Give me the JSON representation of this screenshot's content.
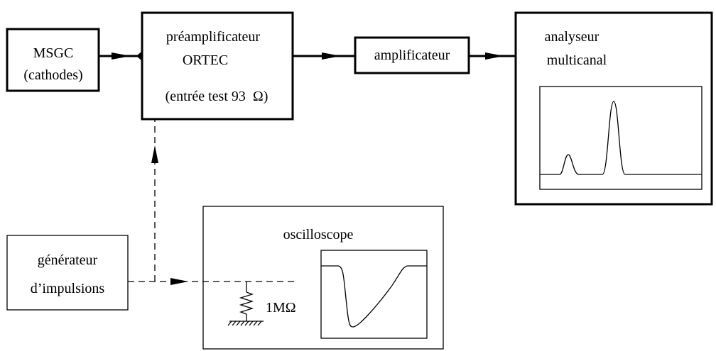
{
  "blocks": {
    "msgc": {
      "line1": "MSGC",
      "line2": "(cathodes)"
    },
    "preamp": {
      "line1": "préamplificateur",
      "line2": "ORTEC",
      "line3": "(entrée test 93  Ω)"
    },
    "amplifier": {
      "label": "amplificateur"
    },
    "analyzer": {
      "line1": "analyseur",
      "line2": "multicanal"
    },
    "generator": {
      "line1": "générateur",
      "line2": "d’impulsions"
    },
    "oscilloscope": {
      "label": "oscilloscope"
    }
  },
  "resistor": {
    "label": "1MΩ"
  },
  "icons": {
    "analyzer_screen": "spectrum-display-icon",
    "oscilloscope_screen": "pulse-waveform-icon",
    "resistor": "resistor-icon",
    "ground": "ground-icon"
  }
}
